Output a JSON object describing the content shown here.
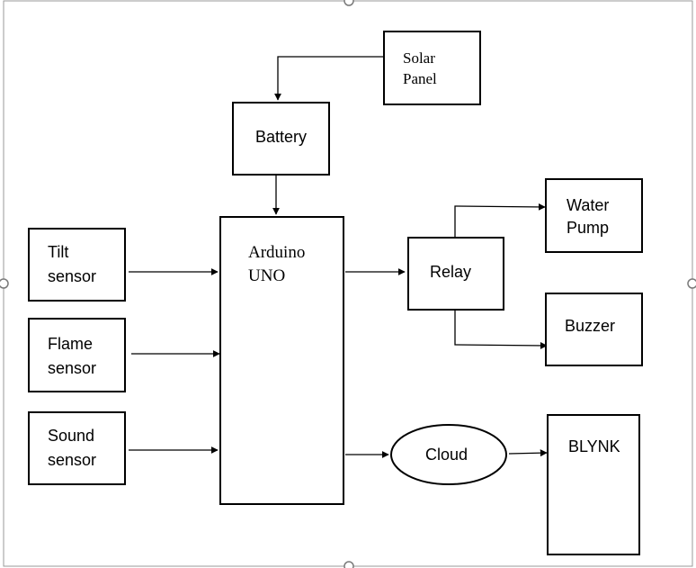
{
  "diagram": {
    "nodes": {
      "solar_panel": {
        "lines": [
          "Solar",
          "Panel"
        ]
      },
      "battery": {
        "lines": [
          "Battery"
        ]
      },
      "arduino": {
        "lines": [
          "Arduino",
          "UNO"
        ]
      },
      "tilt_sensor": {
        "lines": [
          "Tilt",
          "sensor"
        ]
      },
      "flame_sensor": {
        "lines": [
          "Flame",
          "sensor"
        ]
      },
      "sound_sensor": {
        "lines": [
          "Sound",
          "sensor"
        ]
      },
      "relay": {
        "lines": [
          "Relay"
        ]
      },
      "water_pump": {
        "lines": [
          "Water",
          "Pump"
        ]
      },
      "buzzer": {
        "lines": [
          "Buzzer"
        ]
      },
      "cloud": {
        "lines": [
          "Cloud"
        ]
      },
      "blynk": {
        "lines": [
          "BLYNK"
        ]
      }
    },
    "edges": [
      {
        "from": "solar_panel",
        "to": "battery"
      },
      {
        "from": "battery",
        "to": "arduino"
      },
      {
        "from": "tilt_sensor",
        "to": "arduino"
      },
      {
        "from": "flame_sensor",
        "to": "arduino"
      },
      {
        "from": "sound_sensor",
        "to": "arduino"
      },
      {
        "from": "arduino",
        "to": "relay"
      },
      {
        "from": "relay",
        "to": "water_pump"
      },
      {
        "from": "relay",
        "to": "buzzer"
      },
      {
        "from": "arduino",
        "to": "cloud"
      },
      {
        "from": "cloud",
        "to": "blynk"
      }
    ]
  }
}
